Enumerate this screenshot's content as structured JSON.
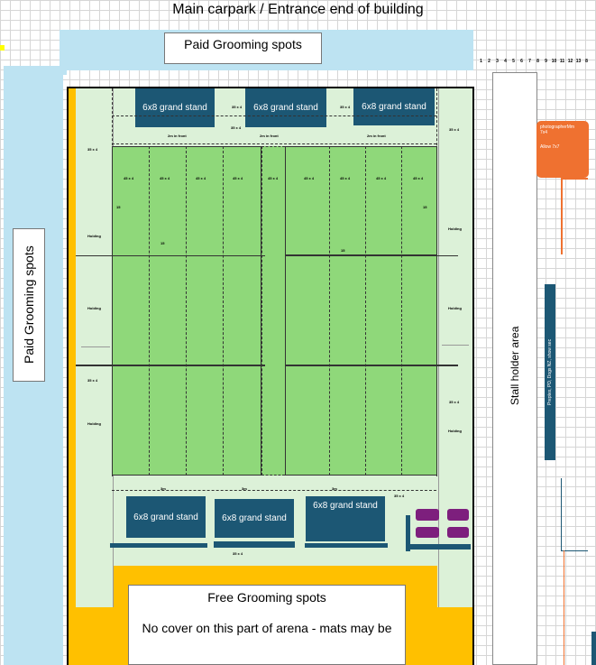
{
  "header": {
    "title": "Main carpark / Entrance end of building"
  },
  "labels": {
    "paid_top": "Paid Grooming spots",
    "paid_left": "Paid Grooming spots",
    "free_title": "Free Grooming spots",
    "free_note": "No cover on this part of arena - mats may be",
    "stall": "Stall holder area",
    "photographer_line1": "photographerMm 7x4",
    "photographer_line2": "Allow 7x7",
    "vendor": "Preptex, PD, Dogs NZ, show sec"
  },
  "stands": {
    "top": [
      "6x8 grand stand",
      "6x8 grand stand",
      "6x8 grand stand"
    ],
    "bottom": [
      "6x8 grand stand",
      "6x8 grand stand",
      "6x8 grand stand"
    ]
  },
  "small_labels": {
    "gap": "35 x 4",
    "front": "2m in front",
    "ring": "45 x 4",
    "fifteen": "15",
    "holding": "Holding",
    "three_m": "3m"
  },
  "ruler": [
    "1",
    "2",
    "3",
    "4",
    "5",
    "6",
    "7",
    "8",
    "9",
    "10",
    "11",
    "12",
    "13",
    "8"
  ]
}
